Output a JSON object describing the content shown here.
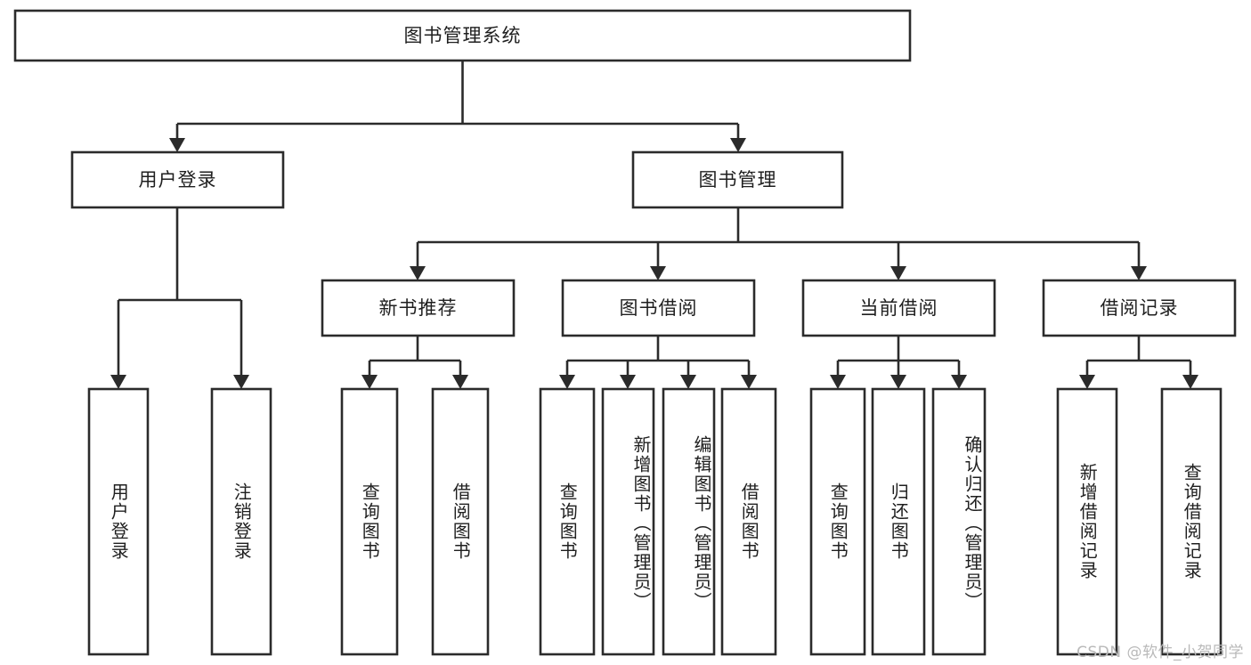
{
  "diagram": {
    "type": "hierarchy-tree",
    "title": "图书管理系统",
    "watermark": "CSDN @软件_小贺同学",
    "colors": {
      "background": "#ffffff",
      "stroke": "#2b2b2b",
      "text": "#1f1f1f",
      "watermark": "#b9b9b9"
    },
    "root": {
      "id": "root",
      "label": "图书管理系统"
    },
    "level2": [
      {
        "id": "user-login",
        "label": "用户登录"
      },
      {
        "id": "book-management",
        "label": "图书管理"
      }
    ],
    "level3": [
      {
        "id": "new-book-recommend",
        "label": "新书推荐"
      },
      {
        "id": "book-borrow",
        "label": "图书借阅"
      },
      {
        "id": "current-borrow",
        "label": "当前借阅"
      },
      {
        "id": "borrow-record",
        "label": "借阅记录"
      }
    ],
    "leaves": {
      "user-login": [
        {
          "id": "leaf-user-login",
          "label": "用户登录"
        },
        {
          "id": "leaf-logout",
          "label": "注销登录"
        }
      ],
      "new-book-recommend": [
        {
          "id": "leaf-query-book-1",
          "label": "查询图书"
        },
        {
          "id": "leaf-borrow-book-1",
          "label": "借阅图书"
        }
      ],
      "book-borrow": [
        {
          "id": "leaf-query-book-2",
          "label": "查询图书"
        },
        {
          "id": "leaf-add-book",
          "label": "新增图书（管理员）"
        },
        {
          "id": "leaf-edit-book",
          "label": "编辑图书（管理员）"
        },
        {
          "id": "leaf-borrow-book-2",
          "label": "借阅图书"
        }
      ],
      "current-borrow": [
        {
          "id": "leaf-query-book-3",
          "label": "查询图书"
        },
        {
          "id": "leaf-return-book",
          "label": "归还图书"
        },
        {
          "id": "leaf-confirm-return",
          "label": "确认归还（管理员）"
        }
      ],
      "borrow-record": [
        {
          "id": "leaf-add-record",
          "label": "新增借阅记录"
        },
        {
          "id": "leaf-query-record",
          "label": "查询借阅记录"
        }
      ]
    }
  }
}
